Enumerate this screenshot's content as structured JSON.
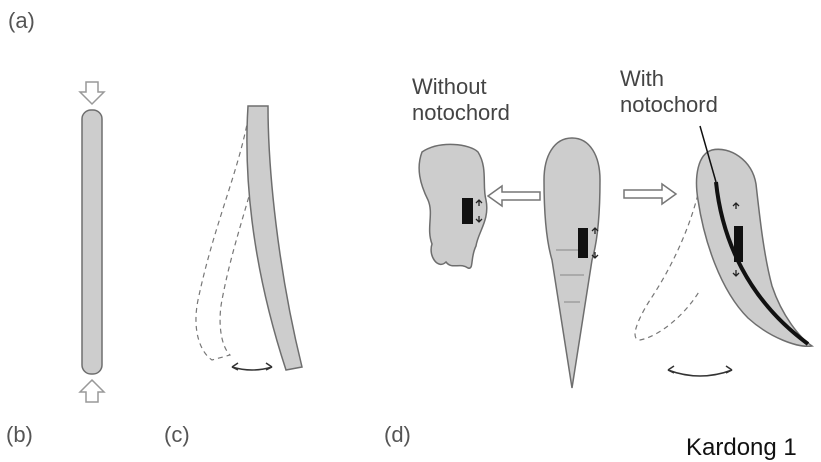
{
  "panel_labels": {
    "a": "(a)",
    "b": "(b)",
    "c": "(c)",
    "d": "(d)"
  },
  "captions": {
    "without_line1": "Without",
    "without_line2": "notochord",
    "with_line1": "With",
    "with_line2": "notochord"
  },
  "credit": "Kardong 1",
  "colors": {
    "fill": "#cdcdcd",
    "outline": "#6e6e6e",
    "muscle": "#111111",
    "notochord": "#111111"
  }
}
